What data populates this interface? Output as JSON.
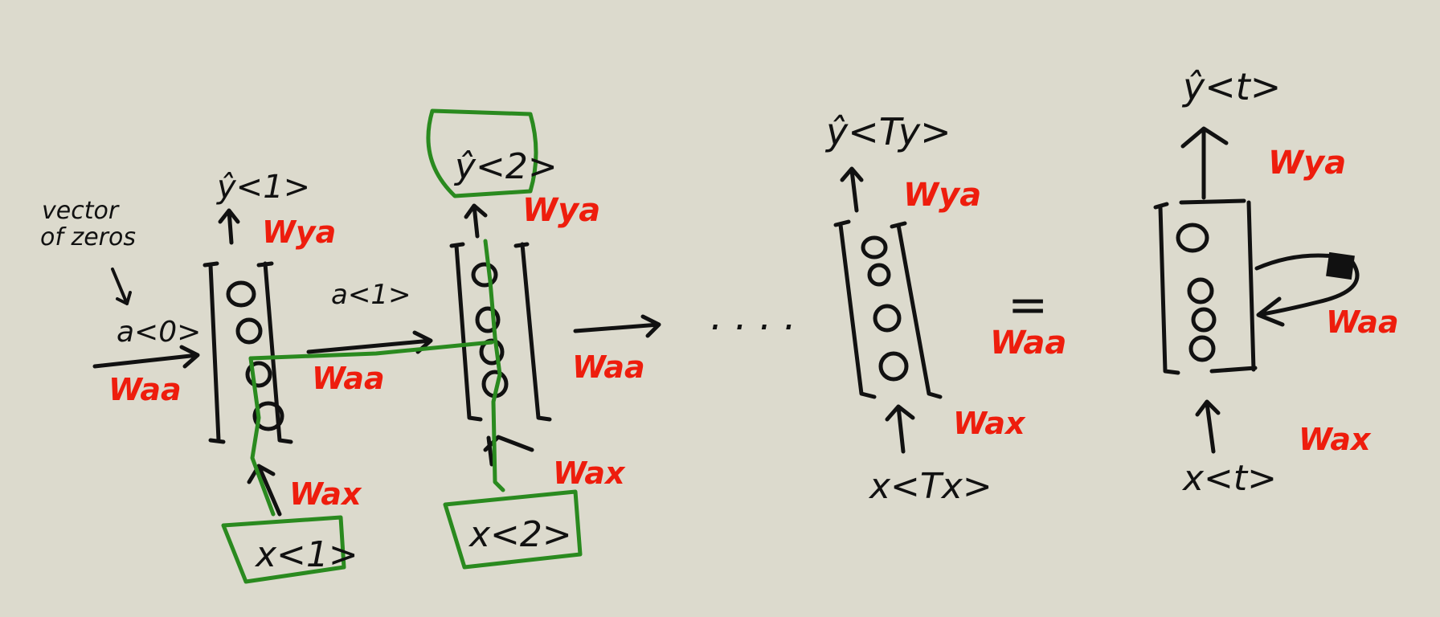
{
  "colors": {
    "background": "#dcdacd",
    "ink": "#111111",
    "highlight": "#2a8a1f",
    "weight_label": "#ee1d0d"
  },
  "labels": {
    "note_line1": "vector",
    "note_line2": "of zeros",
    "a0": "a<0>",
    "a1": "a<1>",
    "y1": "ŷ<1>",
    "y2": "ŷ<2>",
    "yTy": "ŷ<Ty>",
    "yt": "ŷ<t>",
    "x1": "x<1>",
    "x2": "x<2>",
    "xTx": "x<Tx>",
    "xt": "x<t>",
    "ellipsis": ". . . .",
    "equals": "="
  },
  "weights": {
    "waa": "Waa",
    "wax": "Wax",
    "wya": "Wya"
  }
}
